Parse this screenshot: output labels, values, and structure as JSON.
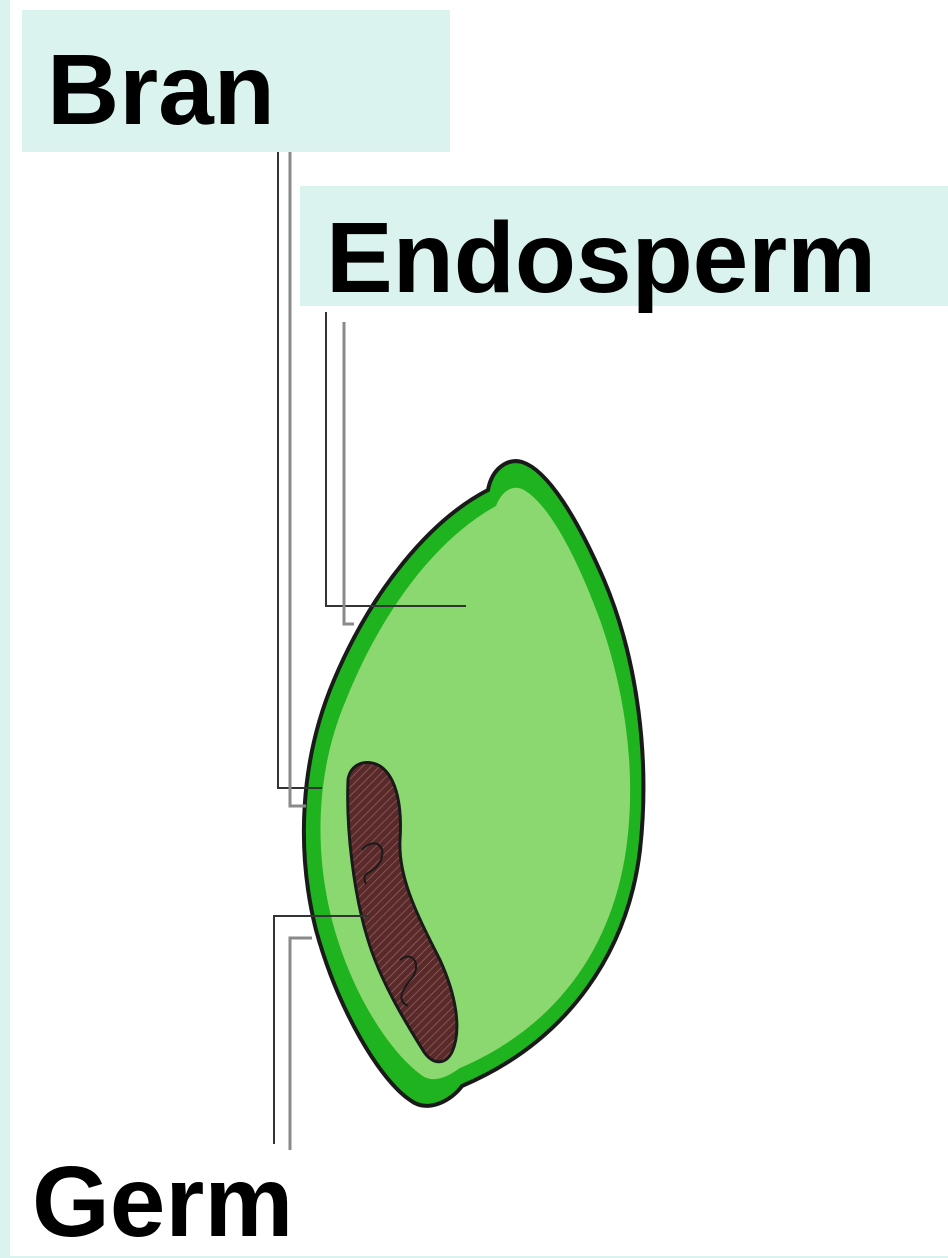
{
  "labels": {
    "bran": "Bran",
    "endosperm": "Endosperm",
    "germ": "Germ"
  },
  "colors": {
    "background_frame": "#daf3ef",
    "label_box": "#daf3ef",
    "bran_layer": "#1fb31f",
    "endosperm": "#8cd870",
    "germ": "#5a2a2a",
    "outline": "#1a1a1a",
    "leader_line_dark": "#333333",
    "leader_line_gray": "#8a8a8a"
  }
}
